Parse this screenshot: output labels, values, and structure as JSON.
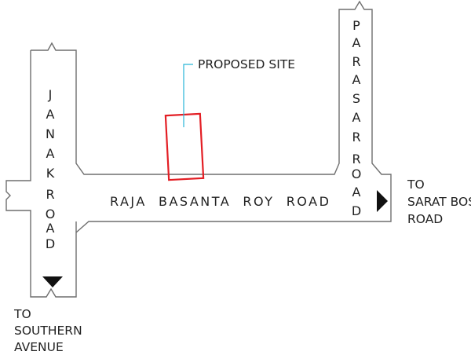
{
  "roads": {
    "janak": [
      "J",
      "A",
      "N",
      "A",
      "K",
      "",
      "R",
      "O",
      "A",
      "D"
    ],
    "parasar": [
      "P",
      "A",
      "R",
      "A",
      "S",
      "A",
      "R",
      "",
      "R",
      "O",
      "A",
      "D"
    ],
    "raja_basanta_roy": "RAJA  BASANTA  ROY  ROAD"
  },
  "site": {
    "label": "PROPOSED SITE"
  },
  "destinations": {
    "southern_avenue": [
      "TO",
      "SOUTHERN",
      "AVENUE"
    ],
    "sarat_bose": [
      "TO",
      "SARAT BOSE",
      "ROAD"
    ]
  },
  "colors": {
    "road_outline": "#6f6f6f",
    "site_outline": "#e31e24",
    "leader_line": "#29b6d8",
    "arrow": "#111111",
    "text": "#222222"
  }
}
